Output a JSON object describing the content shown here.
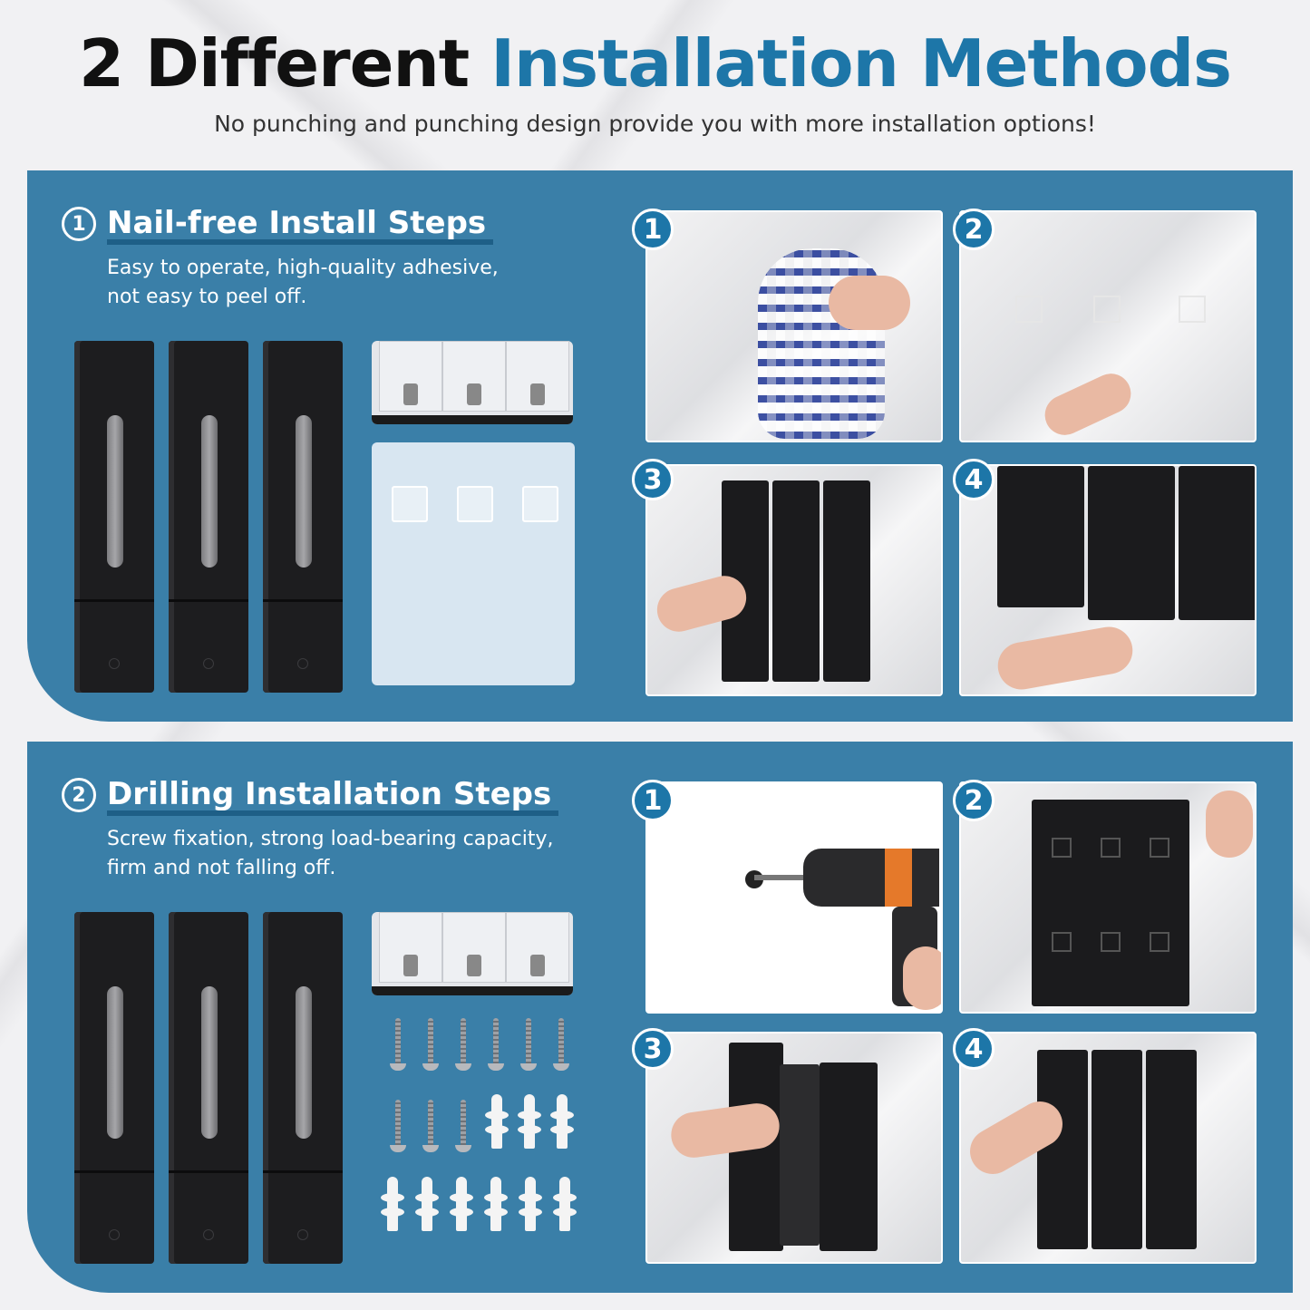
{
  "header": {
    "title_part1": "2 Different",
    "title_part2": "Installation Methods",
    "subtitle": "No punching and punching design provide you with more installation options!"
  },
  "colors": {
    "accent": "#1d76a8",
    "panel": "#3a7fa8",
    "title_dark": "#111111"
  },
  "sections": [
    {
      "number": "①",
      "title": "Nail-free Install Steps",
      "description_line1": "Easy to operate, high-quality adhesive,",
      "description_line2": "not easy to peel off.",
      "steps": [
        "1",
        "2",
        "3",
        "4"
      ]
    },
    {
      "number": "②",
      "title": "Drilling Installation Steps",
      "description_line1": "Screw fixation, strong load-bearing capacity,",
      "description_line2": "firm and not falling off.",
      "steps": [
        "1",
        "2",
        "3",
        "4"
      ]
    }
  ]
}
